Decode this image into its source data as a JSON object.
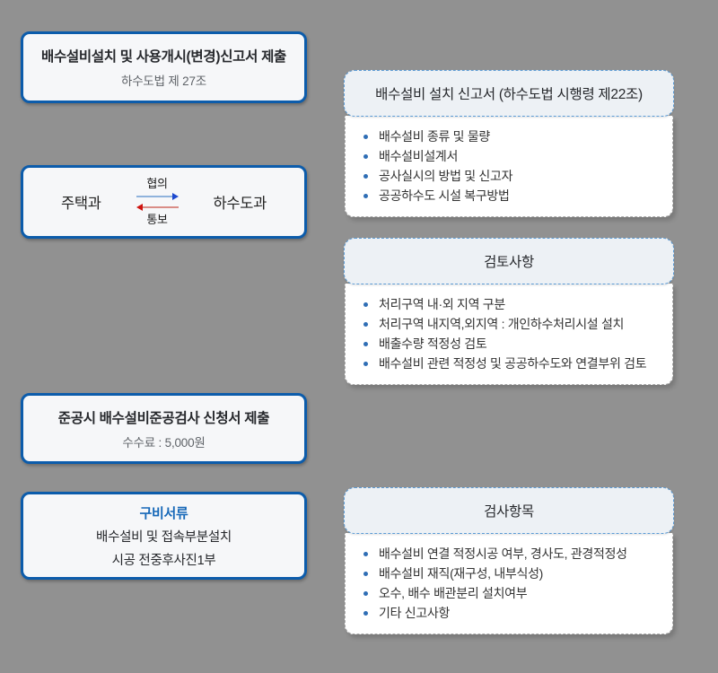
{
  "colors": {
    "page_background": "#919191",
    "flow_box_border": "#0c5cab",
    "flow_box_background": "#f6f7f9",
    "accent_text": "#1668b8",
    "bullet_dot": "#2f6eb5",
    "panel_header_border": "#5b9bd5",
    "panel_header_background": "#edf1f5",
    "arrow_forward": "#1d49cf",
    "arrow_back": "#cf1410"
  },
  "flow": {
    "step1": {
      "title": "배수설비설치 및 사용개시(변경)신고서 제출",
      "subtitle": "하수도법 제 27조"
    },
    "consult": {
      "left_dept": "주택과",
      "right_dept": "하수도과",
      "forward_label": "협의",
      "back_label": "통보"
    },
    "step2": {
      "title": "준공시 배수설비준공검사 신청서 제출",
      "subtitle": "수수료 : 5,000원"
    },
    "documents": {
      "title": "구비서류",
      "line1": "배수설비 및 접속부분설치",
      "line2": "시공 전중후사진1부"
    }
  },
  "panels": [
    {
      "header": "배수설비 설치 신고서 (하수도법 시행령 제22조)",
      "items": [
        "배수설비 종류 및 물량",
        "배수설비설계서",
        "공사실시의 방법 및 신고자",
        "공공하수도 시설 복구방법"
      ]
    },
    {
      "header": "검토사항",
      "items": [
        "처리구역 내·외 지역 구분",
        "처리구역 내지역,외지역 : 개인하수처리시설 설치",
        "배출수량 적정성 검토",
        "배수설비 관련 적정성 및 공공하수도와 연결부위 검토"
      ]
    },
    {
      "header": "검사항목",
      "items": [
        "배수설비 연결 적정시공 여부, 경사도, 관경적정성",
        "배수설비 재직(재구성, 내부식성)",
        "오수, 배수 배관분리 설치여부",
        "기타 신고사항"
      ]
    }
  ]
}
